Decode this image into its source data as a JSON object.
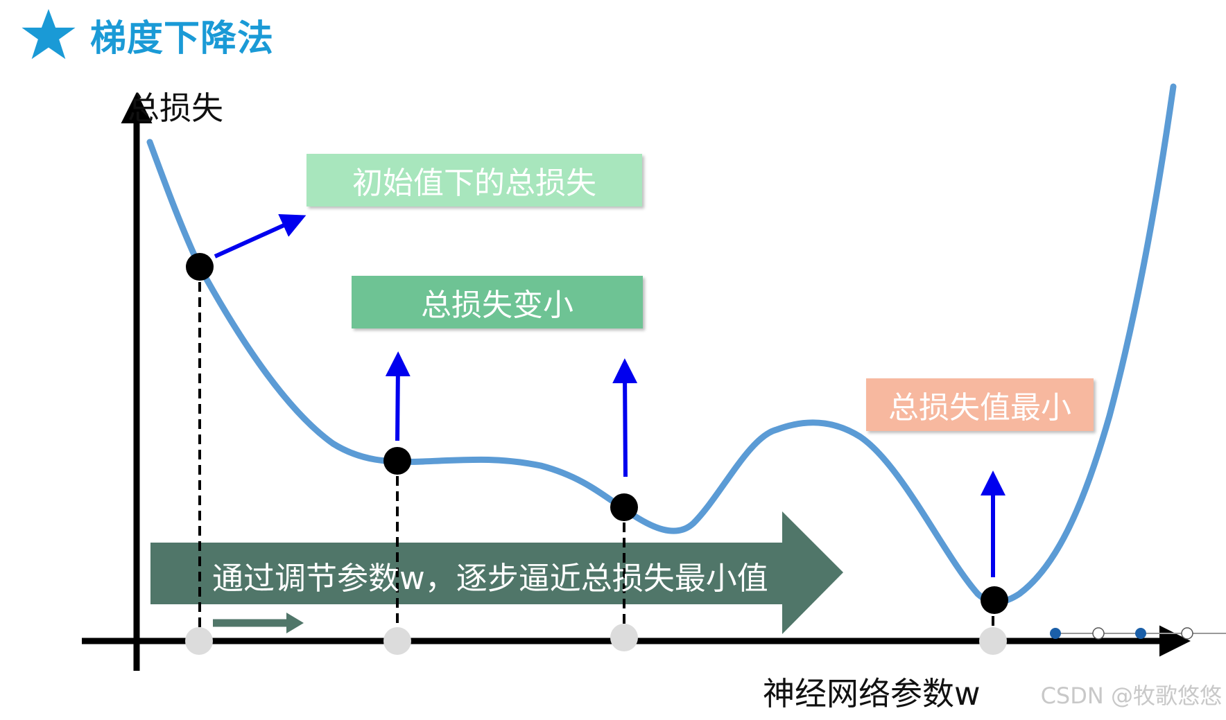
{
  "title": {
    "text": "梯度下降法",
    "star_color": "#1a9ad6"
  },
  "axes": {
    "y_label": "总损失",
    "x_label": "神经网络参数w"
  },
  "callouts": {
    "initial": "初始值下的总损失",
    "decreasing": "总损失变小",
    "minimum": "总损失值最小"
  },
  "banner": {
    "text": "通过调节参数w，逐步逼近总损失最小值"
  },
  "watermark": "CSDN @牧歌悠悠",
  "colors": {
    "curve": "#5b9bd5",
    "arrow": "#0000ee",
    "callout_initial": "#a8e6bd",
    "callout_decreasing": "#6ec394",
    "callout_minimum": "#f7b89f",
    "banner": "#507669"
  }
}
